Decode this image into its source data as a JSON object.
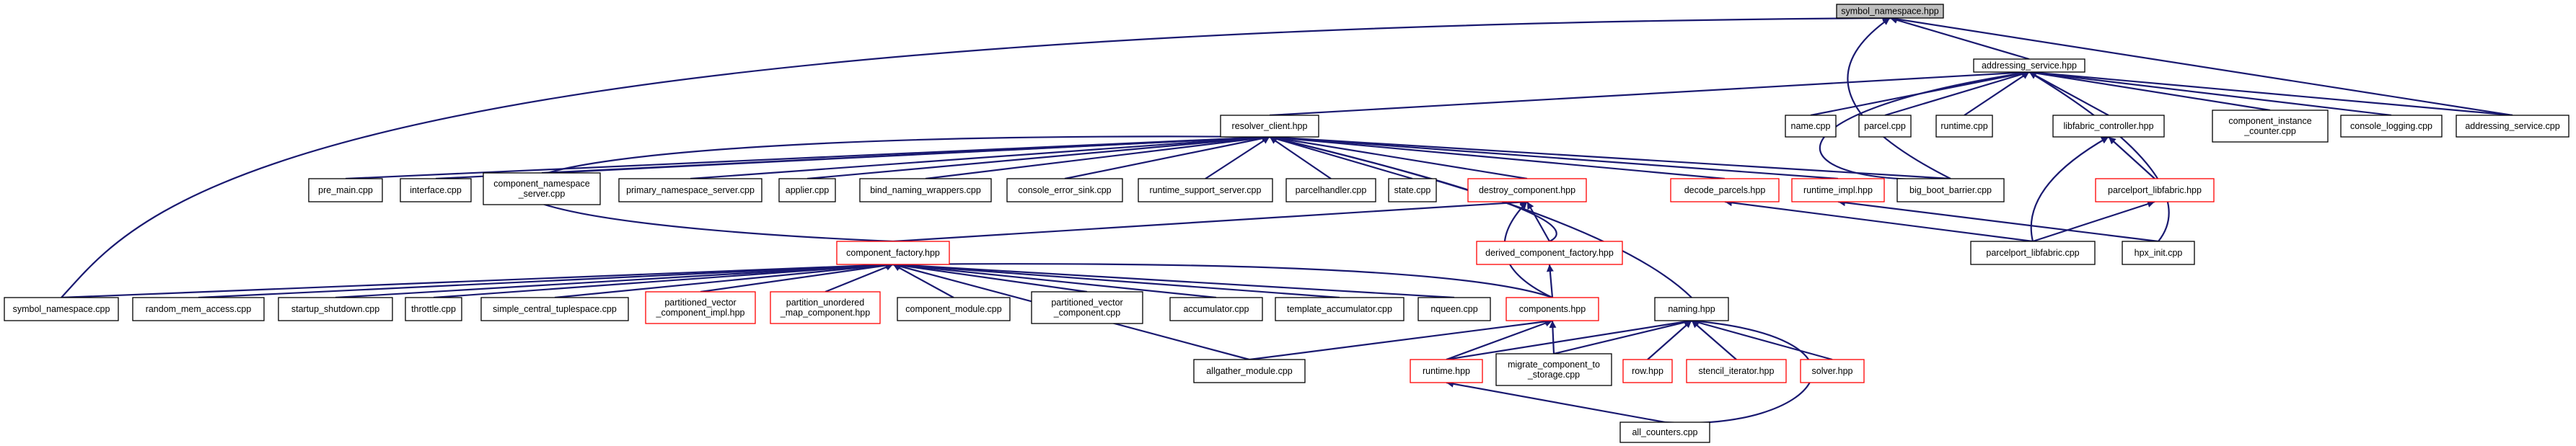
{
  "graph": {
    "nodes": [
      {
        "id": "symbol_namespace_hpp",
        "lines": [
          "symbol_namespace.hpp"
        ],
        "highlight": "root"
      },
      {
        "id": "addressing_service_hpp",
        "lines": [
          "addressing_service.hpp"
        ]
      },
      {
        "id": "name_cpp",
        "lines": [
          "name.cpp"
        ]
      },
      {
        "id": "parcel_cpp",
        "lines": [
          "parcel.cpp"
        ]
      },
      {
        "id": "runtime_cpp",
        "lines": [
          "runtime.cpp"
        ]
      },
      {
        "id": "libfabric_controller_hpp",
        "lines": [
          "libfabric_controller.hpp"
        ]
      },
      {
        "id": "component_instance_counter_cpp",
        "lines": [
          "component_instance",
          "_counter.cpp"
        ]
      },
      {
        "id": "console_logging_cpp",
        "lines": [
          "console_logging.cpp"
        ]
      },
      {
        "id": "addressing_service_cpp",
        "lines": [
          "addressing_service.cpp"
        ]
      },
      {
        "id": "resolver_client_hpp",
        "lines": [
          "resolver_client.hpp"
        ]
      },
      {
        "id": "pre_main_cpp",
        "lines": [
          "pre_main.cpp"
        ]
      },
      {
        "id": "interface_cpp",
        "lines": [
          "interface.cpp"
        ]
      },
      {
        "id": "component_namespace_server_cpp",
        "lines": [
          "component_namespace",
          "_server.cpp"
        ]
      },
      {
        "id": "primary_namespace_server_cpp",
        "lines": [
          "primary_namespace_server.cpp"
        ]
      },
      {
        "id": "applier_cpp",
        "lines": [
          "applier.cpp"
        ]
      },
      {
        "id": "bind_naming_wrappers_cpp",
        "lines": [
          "bind_naming_wrappers.cpp"
        ]
      },
      {
        "id": "console_error_sink_cpp",
        "lines": [
          "console_error_sink.cpp"
        ]
      },
      {
        "id": "runtime_support_server_cpp",
        "lines": [
          "runtime_support_server.cpp"
        ]
      },
      {
        "id": "parcelhandler_cpp",
        "lines": [
          "parcelhandler.cpp"
        ]
      },
      {
        "id": "state_cpp",
        "lines": [
          "state.cpp"
        ]
      },
      {
        "id": "destroy_component_hpp",
        "lines": [
          "destroy_component.hpp"
        ],
        "highlight": "red"
      },
      {
        "id": "decode_parcels_hpp",
        "lines": [
          "decode_parcels.hpp"
        ],
        "highlight": "red"
      },
      {
        "id": "runtime_impl_hpp",
        "lines": [
          "runtime_impl.hpp"
        ],
        "highlight": "red"
      },
      {
        "id": "big_boot_barrier_cpp",
        "lines": [
          "big_boot_barrier.cpp"
        ]
      },
      {
        "id": "parcelport_libfabric_hpp",
        "lines": [
          "parcelport_libfabric.hpp"
        ],
        "highlight": "red"
      },
      {
        "id": "component_factory_hpp",
        "lines": [
          "component_factory.hpp"
        ],
        "highlight": "red"
      },
      {
        "id": "derived_component_factory_hpp",
        "lines": [
          "derived_component_factory.hpp"
        ],
        "highlight": "red"
      },
      {
        "id": "parcelport_libfabric_cpp",
        "lines": [
          "parcelport_libfabric.cpp"
        ]
      },
      {
        "id": "hpx_init_cpp",
        "lines": [
          "hpx_init.cpp"
        ]
      },
      {
        "id": "symbol_namespace_cpp",
        "lines": [
          "symbol_namespace.cpp"
        ]
      },
      {
        "id": "random_mem_access_cpp",
        "lines": [
          "random_mem_access.cpp"
        ]
      },
      {
        "id": "startup_shutdown_cpp",
        "lines": [
          "startup_shutdown.cpp"
        ]
      },
      {
        "id": "throttle_cpp",
        "lines": [
          "throttle.cpp"
        ]
      },
      {
        "id": "simple_central_tuplespace_cpp",
        "lines": [
          "simple_central_tuplespace.cpp"
        ]
      },
      {
        "id": "partitioned_vector_component_impl_hpp",
        "lines": [
          "partitioned_vector",
          "_component_impl.hpp"
        ],
        "highlight": "red"
      },
      {
        "id": "partition_unordered_map_component_hpp",
        "lines": [
          "partition_unordered",
          "_map_component.hpp"
        ],
        "highlight": "red"
      },
      {
        "id": "component_module_cpp",
        "lines": [
          "component_module.cpp"
        ]
      },
      {
        "id": "partitioned_vector_component_cpp",
        "lines": [
          "partitioned_vector",
          "_component.cpp"
        ]
      },
      {
        "id": "accumulator_cpp",
        "lines": [
          "accumulator.cpp"
        ]
      },
      {
        "id": "template_accumulator_cpp",
        "lines": [
          "template_accumulator.cpp"
        ]
      },
      {
        "id": "nqueen_cpp",
        "lines": [
          "nqueen.cpp"
        ]
      },
      {
        "id": "components_hpp",
        "lines": [
          "components.hpp"
        ],
        "highlight": "red"
      },
      {
        "id": "naming_hpp",
        "lines": [
          "naming.hpp"
        ]
      },
      {
        "id": "allgather_module_cpp",
        "lines": [
          "allgather_module.cpp"
        ]
      },
      {
        "id": "runtime_hpp",
        "lines": [
          "runtime.hpp"
        ],
        "highlight": "red"
      },
      {
        "id": "migrate_component_to_storage_cpp",
        "lines": [
          "migrate_component_to",
          "_storage.cpp"
        ]
      },
      {
        "id": "row_hpp",
        "lines": [
          "row.hpp"
        ],
        "highlight": "red"
      },
      {
        "id": "stencil_iterator_hpp",
        "lines": [
          "stencil_iterator.hpp"
        ],
        "highlight": "red"
      },
      {
        "id": "solver_hpp",
        "lines": [
          "solver.hpp"
        ],
        "highlight": "red"
      },
      {
        "id": "all_counters_cpp",
        "lines": [
          "all_counters.cpp"
        ]
      }
    ],
    "edges": [
      {
        "from": "symbol_namespace_hpp",
        "to": "addressing_service_hpp"
      },
      {
        "from": "symbol_namespace_hpp",
        "to": "addressing_service_cpp"
      },
      {
        "from": "symbol_namespace_hpp",
        "to": "big_boot_barrier_cpp"
      },
      {
        "from": "symbol_namespace_hpp",
        "to": "symbol_namespace_cpp"
      },
      {
        "from": "addressing_service_hpp",
        "to": "resolver_client_hpp"
      },
      {
        "from": "addressing_service_hpp",
        "to": "name_cpp"
      },
      {
        "from": "addressing_service_hpp",
        "to": "parcel_cpp"
      },
      {
        "from": "addressing_service_hpp",
        "to": "runtime_cpp"
      },
      {
        "from": "addressing_service_hpp",
        "to": "libfabric_controller_hpp"
      },
      {
        "from": "addressing_service_hpp",
        "to": "component_instance_counter_cpp"
      },
      {
        "from": "addressing_service_hpp",
        "to": "console_logging_cpp"
      },
      {
        "from": "addressing_service_hpp",
        "to": "addressing_service_cpp"
      },
      {
        "from": "addressing_service_hpp",
        "to": "big_boot_barrier_cpp"
      },
      {
        "from": "addressing_service_hpp",
        "to": "hpx_init_cpp"
      },
      {
        "from": "libfabric_controller_hpp",
        "to": "parcelport_libfabric_hpp"
      },
      {
        "from": "libfabric_controller_hpp",
        "to": "parcelport_libfabric_cpp"
      },
      {
        "from": "parcelport_libfabric_hpp",
        "to": "parcelport_libfabric_cpp"
      },
      {
        "from": "resolver_client_hpp",
        "to": "pre_main_cpp"
      },
      {
        "from": "resolver_client_hpp",
        "to": "interface_cpp"
      },
      {
        "from": "resolver_client_hpp",
        "to": "component_namespace_server_cpp"
      },
      {
        "from": "resolver_client_hpp",
        "to": "primary_namespace_server_cpp"
      },
      {
        "from": "resolver_client_hpp",
        "to": "applier_cpp"
      },
      {
        "from": "resolver_client_hpp",
        "to": "bind_naming_wrappers_cpp"
      },
      {
        "from": "resolver_client_hpp",
        "to": "console_error_sink_cpp"
      },
      {
        "from": "resolver_client_hpp",
        "to": "runtime_support_server_cpp"
      },
      {
        "from": "resolver_client_hpp",
        "to": "parcelhandler_cpp"
      },
      {
        "from": "resolver_client_hpp",
        "to": "state_cpp"
      },
      {
        "from": "resolver_client_hpp",
        "to": "destroy_component_hpp"
      },
      {
        "from": "resolver_client_hpp",
        "to": "decode_parcels_hpp"
      },
      {
        "from": "resolver_client_hpp",
        "to": "runtime_impl_hpp"
      },
      {
        "from": "resolver_client_hpp",
        "to": "big_boot_barrier_cpp"
      },
      {
        "from": "resolver_client_hpp",
        "to": "component_factory_hpp"
      },
      {
        "from": "resolver_client_hpp",
        "to": "derived_component_factory_hpp"
      },
      {
        "from": "resolver_client_hpp",
        "to": "naming_hpp"
      },
      {
        "from": "decode_parcels_hpp",
        "to": "parcelport_libfabric_cpp"
      },
      {
        "from": "runtime_impl_hpp",
        "to": "hpx_init_cpp"
      },
      {
        "from": "destroy_component_hpp",
        "to": "component_factory_hpp"
      },
      {
        "from": "destroy_component_hpp",
        "to": "derived_component_factory_hpp"
      },
      {
        "from": "destroy_component_hpp",
        "to": "components_hpp"
      },
      {
        "from": "component_factory_hpp",
        "to": "symbol_namespace_cpp"
      },
      {
        "from": "component_factory_hpp",
        "to": "random_mem_access_cpp"
      },
      {
        "from": "component_factory_hpp",
        "to": "startup_shutdown_cpp"
      },
      {
        "from": "component_factory_hpp",
        "to": "throttle_cpp"
      },
      {
        "from": "component_factory_hpp",
        "to": "simple_central_tuplespace_cpp"
      },
      {
        "from": "component_factory_hpp",
        "to": "partitioned_vector_component_impl_hpp"
      },
      {
        "from": "component_factory_hpp",
        "to": "partition_unordered_map_component_hpp"
      },
      {
        "from": "component_factory_hpp",
        "to": "component_module_cpp"
      },
      {
        "from": "component_factory_hpp",
        "to": "partitioned_vector_component_cpp"
      },
      {
        "from": "component_factory_hpp",
        "to": "accumulator_cpp"
      },
      {
        "from": "component_factory_hpp",
        "to": "template_accumulator_cpp"
      },
      {
        "from": "component_factory_hpp",
        "to": "nqueen_cpp"
      },
      {
        "from": "component_factory_hpp",
        "to": "components_hpp"
      },
      {
        "from": "component_factory_hpp",
        "to": "allgather_module_cpp"
      },
      {
        "from": "derived_component_factory_hpp",
        "to": "components_hpp"
      },
      {
        "from": "components_hpp",
        "to": "allgather_module_cpp"
      },
      {
        "from": "components_hpp",
        "to": "runtime_hpp"
      },
      {
        "from": "components_hpp",
        "to": "migrate_component_to_storage_cpp"
      },
      {
        "from": "naming_hpp",
        "to": "runtime_hpp"
      },
      {
        "from": "naming_hpp",
        "to": "migrate_component_to_storage_cpp"
      },
      {
        "from": "naming_hpp",
        "to": "row_hpp"
      },
      {
        "from": "naming_hpp",
        "to": "stencil_iterator_hpp"
      },
      {
        "from": "naming_hpp",
        "to": "solver_hpp"
      },
      {
        "from": "naming_hpp",
        "to": "all_counters_cpp"
      },
      {
        "from": "runtime_hpp",
        "to": "all_counters_cpp"
      }
    ]
  }
}
